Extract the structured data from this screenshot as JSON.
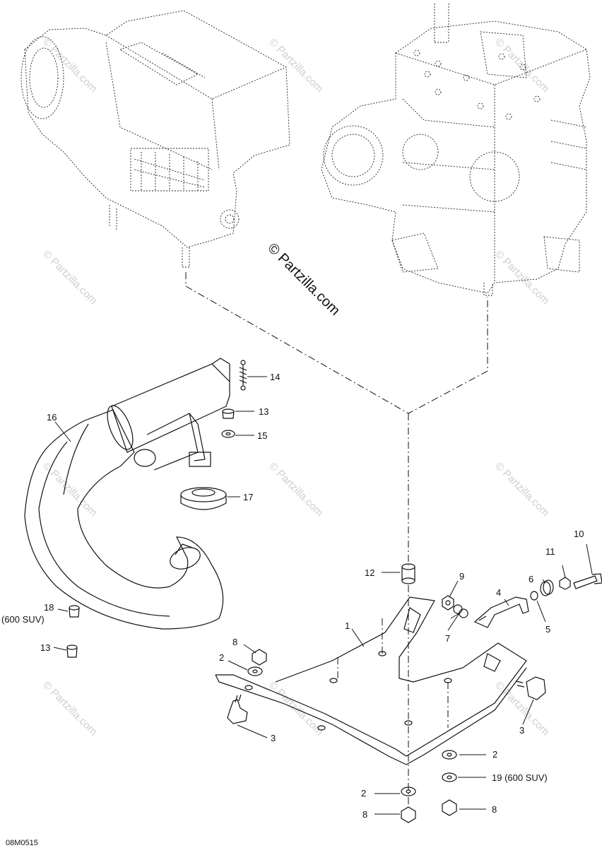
{
  "diagram": {
    "watermark": "© Partzilla.com",
    "drawing_code": "08M0515",
    "callouts": [
      {
        "id": "c1",
        "label": "1"
      },
      {
        "id": "c2a",
        "label": "2"
      },
      {
        "id": "c2b",
        "label": "2"
      },
      {
        "id": "c2c",
        "label": "2"
      },
      {
        "id": "c3a",
        "label": "3"
      },
      {
        "id": "c3b",
        "label": "3"
      },
      {
        "id": "c4",
        "label": "4"
      },
      {
        "id": "c5",
        "label": "5"
      },
      {
        "id": "c6",
        "label": "6"
      },
      {
        "id": "c7",
        "label": "7"
      },
      {
        "id": "c8a",
        "label": "8"
      },
      {
        "id": "c8b",
        "label": "8"
      },
      {
        "id": "c8c",
        "label": "8"
      },
      {
        "id": "c9",
        "label": "9"
      },
      {
        "id": "c10",
        "label": "10"
      },
      {
        "id": "c11",
        "label": "11"
      },
      {
        "id": "c12",
        "label": "12"
      },
      {
        "id": "c13a",
        "label": "13"
      },
      {
        "id": "c13b",
        "label": "13"
      },
      {
        "id": "c14",
        "label": "14"
      },
      {
        "id": "c15",
        "label": "15"
      },
      {
        "id": "c16",
        "label": "16"
      },
      {
        "id": "c17",
        "label": "17"
      },
      {
        "id": "c18",
        "label": "18"
      },
      {
        "id": "c18note",
        "label": "(600 SUV)"
      },
      {
        "id": "c19",
        "label": "19 (600 SUV)"
      }
    ]
  }
}
